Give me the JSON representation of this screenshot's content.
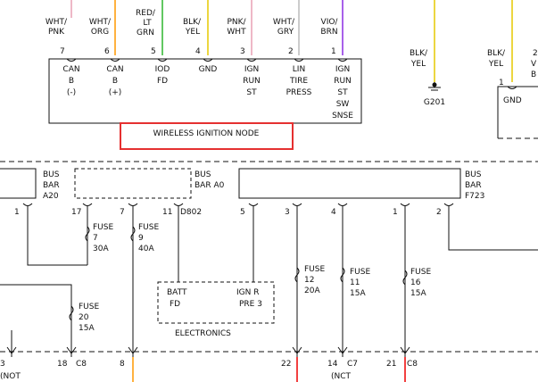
{
  "colors": {
    "orange": "#ff9900",
    "red": "#ee0000",
    "green": "#2db52d",
    "purple": "#8a2be2",
    "yellow": "#e6c800",
    "pink": "#e8a0b4",
    "highlight": "#e53030"
  },
  "top_wires": [
    {
      "color_lines": [
        "WHT/",
        "PNK"
      ],
      "pin": "7",
      "func": [
        "CAN",
        "B",
        "(-)"
      ]
    },
    {
      "color_lines": [
        "WHT/",
        "ORG"
      ],
      "pin": "6",
      "func": [
        "CAN",
        "B",
        "(+)"
      ]
    },
    {
      "color_lines": [
        "RED/",
        "LT",
        "GRN"
      ],
      "pin": "5",
      "func": [
        "IOD",
        "FD"
      ]
    },
    {
      "color_lines": [
        "BLK/",
        "YEL"
      ],
      "pin": "4",
      "func": [
        "GND"
      ]
    },
    {
      "color_lines": [
        "PNK/",
        "WHT"
      ],
      "pin": "3",
      "func": [
        "IGN",
        "RUN",
        "ST"
      ]
    },
    {
      "color_lines": [
        "WHT/",
        "GRY"
      ],
      "pin": "2",
      "func": [
        "LIN",
        "TIRE",
        "PRESS"
      ]
    },
    {
      "color_lines": [
        "VIO/",
        "BRN"
      ],
      "pin": "1",
      "func": [
        "IGN",
        "RUN",
        "ST",
        "SW",
        "SNSE"
      ]
    }
  ],
  "module_name": "WIRELESS IGNITION NODE",
  "ground": {
    "color_lines": [
      "BLK/",
      "YEL"
    ],
    "label": "G201"
  },
  "right_top": {
    "color_lines": [
      "BLK/",
      "YEL"
    ],
    "pin": "1",
    "gnd": "GND",
    "pin2": "2",
    "partial": [
      "V",
      "B"
    ]
  },
  "buses": [
    {
      "lines": [
        "BUS",
        "BAR",
        "A20"
      ]
    },
    {
      "lines": [
        "BUS",
        "BAR A0"
      ]
    },
    {
      "lines": [
        "BUS",
        "BAR",
        "F723"
      ]
    }
  ],
  "bus_pins": {
    "a20_pin": "1",
    "a0_pins": [
      "17",
      "7",
      "11",
      "D802"
    ],
    "f723_pins": [
      "5",
      "3",
      "4",
      "1",
      "2"
    ]
  },
  "fuses": [
    {
      "lines": [
        "FUSE",
        "7",
        "30A"
      ]
    },
    {
      "lines": [
        "FUSE",
        "9",
        "40A"
      ]
    },
    {
      "lines": [
        "FUSE",
        "20",
        "15A"
      ]
    },
    {
      "lines": [
        "FUSE",
        "12",
        "20A"
      ]
    },
    {
      "lines": [
        "FUSE",
        "11",
        "15A"
      ]
    },
    {
      "lines": [
        "FUSE",
        "16",
        "15A"
      ]
    }
  ],
  "electronics_box": {
    "left": [
      "BATT",
      "FD"
    ],
    "right": [
      "IGN R",
      "PRE 3"
    ],
    "caption": "ELECTRONICS"
  },
  "bottom_pins": [
    {
      "pin": "3",
      "conn": "",
      "sub": "(NOT"
    },
    {
      "pin": "18",
      "conn": "C8",
      "sub": ""
    },
    {
      "pin": "8",
      "conn": "",
      "sub": ""
    },
    {
      "pin": "22",
      "conn": "",
      "sub": ""
    },
    {
      "pin": "14",
      "conn": "C7",
      "sub": "(NCT"
    },
    {
      "pin": "21",
      "conn": "C8",
      "sub": ""
    }
  ]
}
